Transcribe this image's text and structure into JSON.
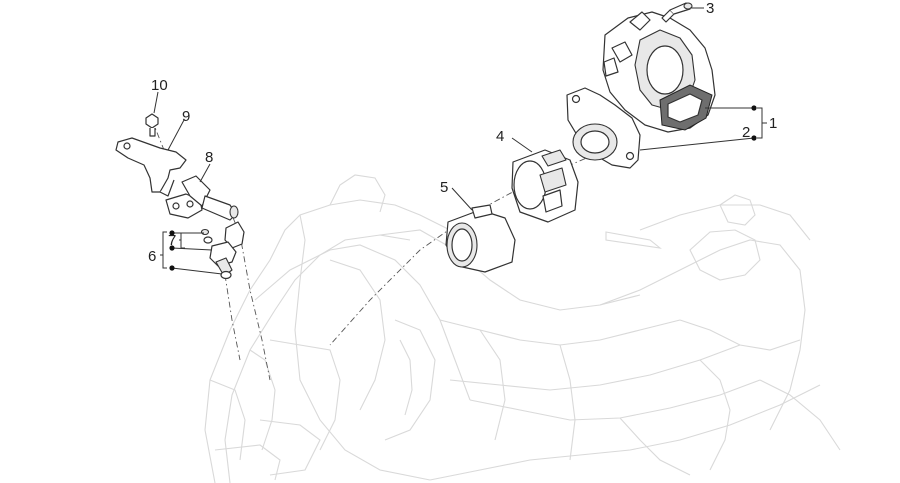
{
  "diagram": {
    "callouts": [
      {
        "id": "c1",
        "label": "1"
      },
      {
        "id": "c2",
        "label": "2"
      },
      {
        "id": "c3",
        "label": "3"
      },
      {
        "id": "c4",
        "label": "4"
      },
      {
        "id": "c5",
        "label": "5"
      },
      {
        "id": "c6",
        "label": "6"
      },
      {
        "id": "c7",
        "label": "7"
      },
      {
        "id": "c8",
        "label": "8"
      },
      {
        "id": "c9",
        "label": "9"
      },
      {
        "id": "c10",
        "label": "10"
      }
    ],
    "colors": {
      "line": "#333333",
      "ghost": "#d9d9d9",
      "background": "#ffffff"
    }
  }
}
